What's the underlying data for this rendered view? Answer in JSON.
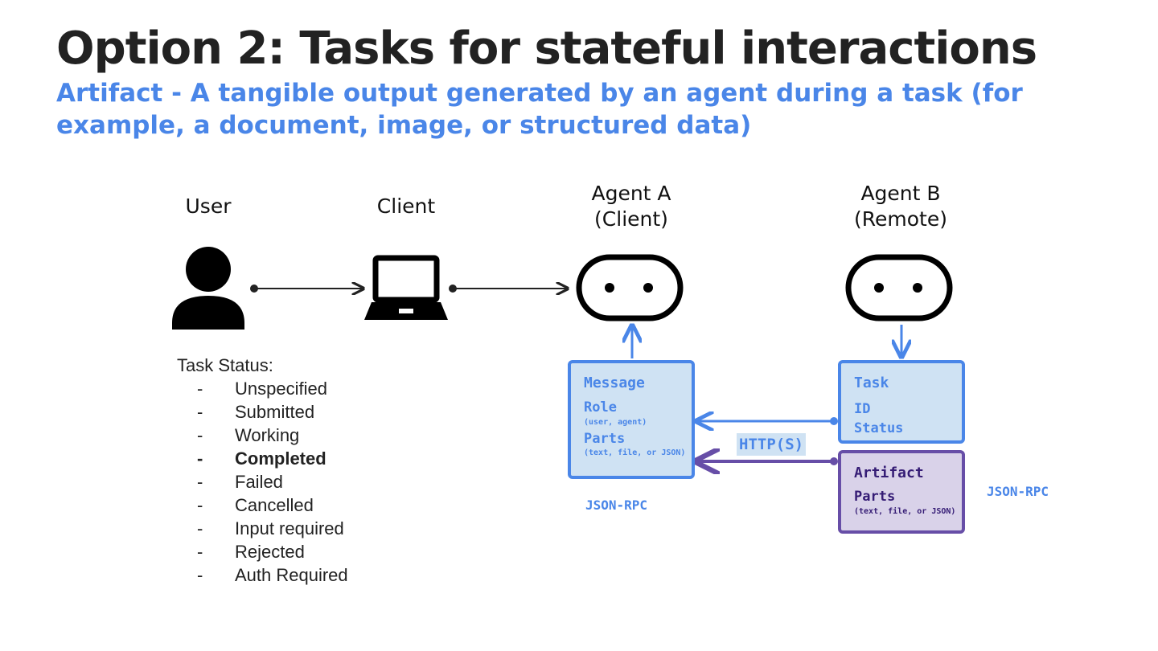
{
  "slide": {
    "title": "Option 2: Tasks for stateful interactions",
    "subtitle": "Artifact - A tangible output generated by an agent during a task (for example, a document, image, or structured data)"
  },
  "actors": {
    "user": {
      "label": "User",
      "icon": "person-icon"
    },
    "client": {
      "label": "Client",
      "icon": "laptop-icon"
    },
    "agent_a": {
      "label_line1": "Agent A",
      "label_line2": "(Client)",
      "icon": "robot-face-icon"
    },
    "agent_b": {
      "label_line1": "Agent B",
      "label_line2": "(Remote)",
      "icon": "robot-face-icon"
    }
  },
  "task_status": {
    "heading": "Task Status:",
    "items": [
      {
        "dash": "-",
        "label": "Unspecified"
      },
      {
        "dash": "-",
        "label": "Submitted"
      },
      {
        "dash": "-",
        "label": "Working"
      },
      {
        "dash": "-",
        "label": "Completed"
      },
      {
        "dash": "-",
        "label": "Failed"
      },
      {
        "dash": "-",
        "label": "Cancelled"
      },
      {
        "dash": "-",
        "label": "Input required"
      },
      {
        "dash": "-",
        "label": "Rejected"
      },
      {
        "dash": "-",
        "label": "Auth Required"
      }
    ]
  },
  "message_box": {
    "title": "Message",
    "role": "Role",
    "role_note": "(user, agent)",
    "parts": "Parts",
    "parts_note": "(text, file, or JSON)"
  },
  "task_box": {
    "title": "Task",
    "id": "ID",
    "status": "Status"
  },
  "artifact_box": {
    "title": "Artifact",
    "parts": "Parts",
    "parts_note": "(text, file, or JSON)"
  },
  "labels": {
    "http": "HTTP(S)",
    "json_rpc_left": "JSON-RPC",
    "json_rpc_right": "JSON-RPC"
  },
  "colors": {
    "title": "#222222",
    "accent_blue": "#4a86e8",
    "box_blue_fill": "#cfe2f3",
    "accent_purple": "#674ea7",
    "box_purple_fill": "#d9d2e9",
    "ink": "#000000"
  }
}
